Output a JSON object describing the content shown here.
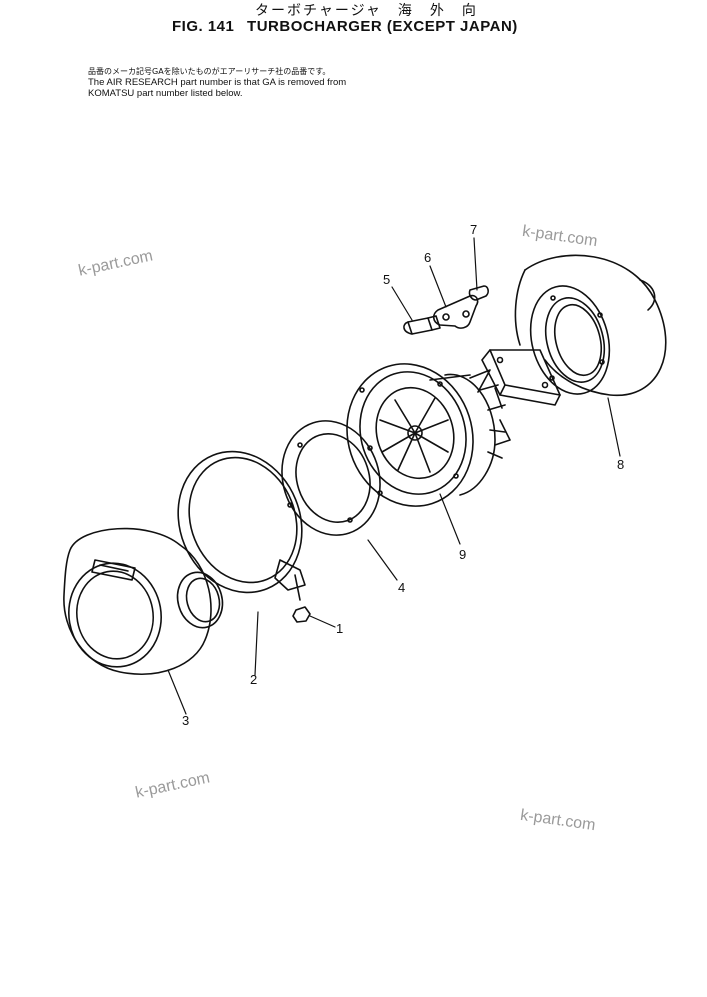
{
  "header": {
    "japanese_title": "ターボチャージャ　海　外　向",
    "figure_number": "FIG. 141",
    "figure_title": "TURBOCHARGER (EXCEPT JAPAN)"
  },
  "note": {
    "line_japanese": "品番のメーカ記号GAを除いたものがエアーリサーチ社の品番です。",
    "line_1": "The AIR RESEARCH part number is that GA is removed from",
    "line_2": "KOMATSU part number listed below."
  },
  "watermark": "k-part.com",
  "callouts": [
    "1",
    "2",
    "3",
    "4",
    "5",
    "6",
    "7",
    "8",
    "9"
  ],
  "icons": [
    "turbocharger-exploded-view"
  ]
}
